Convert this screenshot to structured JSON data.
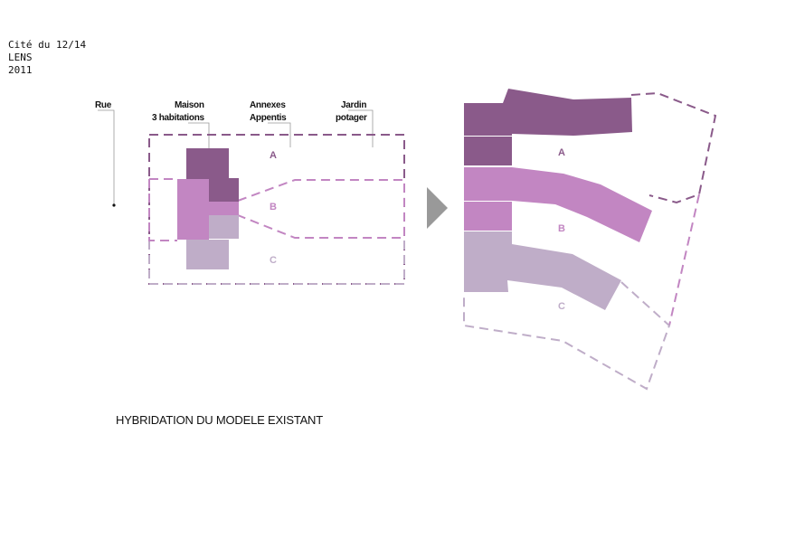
{
  "header": {
    "line1": "Cité du 12/14",
    "line2": "LENS",
    "line3": "2011"
  },
  "labels": {
    "rue": "Rue",
    "maison_1": "Maison",
    "maison_2": "3 habitations",
    "annexes_1": "Annexes",
    "annexes_2": "Appentis",
    "jardin_1": "Jardin",
    "jardin_2": "potager"
  },
  "zones": {
    "a": "A",
    "b": "B",
    "c": "C"
  },
  "caption": "HYBRIDATION DU MODELE EXISTANT",
  "colors": {
    "dark": "#8a5a8a",
    "medium": "#c286c2",
    "light": "#bfadc8",
    "dash_dark": "#8a5a8a",
    "dash_medium": "#c286c2",
    "dash_light": "#bfadc8",
    "arrow": "#999999"
  }
}
